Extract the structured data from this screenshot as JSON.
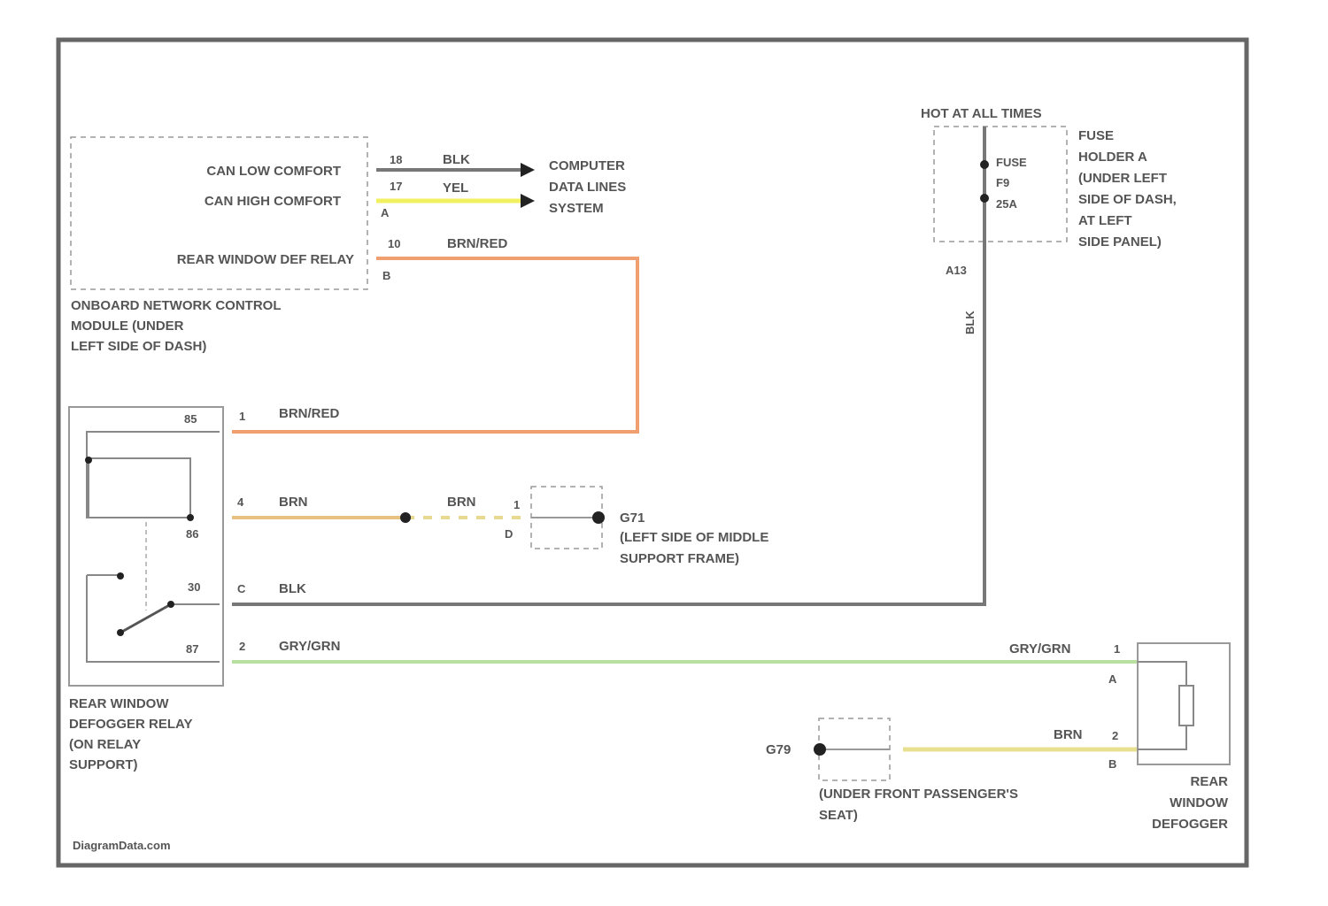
{
  "colors": {
    "blk": "#777777",
    "yel": "#f0f060",
    "brn_red": "#f0a070",
    "brn": "#e8c080",
    "gry_grn": "#b8e0a0",
    "frame": "#666666"
  },
  "module": {
    "pins": [
      {
        "num": "18",
        "label": "CAN LOW COMFORT",
        "wire": "BLK"
      },
      {
        "num": "17",
        "label": "CAN HIGH COMFORT",
        "wire": "YEL"
      },
      {
        "num": "10",
        "label": "REAR WINDOW DEF RELAY",
        "wire": "BRN/RED"
      }
    ],
    "connector_a": "A",
    "connector_b": "B",
    "name": [
      "ONBOARD NETWORK CONTROL",
      "MODULE (UNDER",
      "LEFT SIDE OF DASH)"
    ],
    "destination": [
      "COMPUTER",
      "DATA LINES",
      "SYSTEM"
    ]
  },
  "fuse": {
    "hot": "HOT AT ALL TIMES",
    "label": [
      "FUSE",
      "F9",
      "25A"
    ],
    "holder": [
      "FUSE",
      "HOLDER A",
      "(UNDER LEFT",
      "SIDE OF DASH,",
      "AT LEFT",
      "SIDE PANEL)"
    ],
    "pin": "A13",
    "wire": "BLK"
  },
  "relay": {
    "pins": [
      {
        "num": "85",
        "conn": "1",
        "wire": "BRN/RED"
      },
      {
        "num": "86",
        "conn": "4",
        "wire": "BRN"
      },
      {
        "num": "30",
        "conn": "C",
        "wire": "BLK"
      },
      {
        "num": "87",
        "conn": "2",
        "wire": "GRY/GRN"
      }
    ],
    "name": [
      "REAR WINDOW",
      "DEFOGGER RELAY",
      "(ON RELAY",
      "SUPPORT)"
    ]
  },
  "ground1": {
    "wire2": "BRN",
    "pin_top": "1",
    "pin_bot": "D",
    "name": "G71",
    "location": [
      "(LEFT SIDE OF MIDDLE",
      "SUPPORT FRAME)"
    ]
  },
  "ground2": {
    "name": "G79",
    "location": [
      "(UNDER FRONT PASSENGER'S",
      "SEAT)"
    ]
  },
  "defogger": {
    "pin1": "1",
    "conn1": "A",
    "wire1": "GRY/GRN",
    "pin2": "2",
    "conn2": "B",
    "wire2": "BRN",
    "name": [
      "REAR",
      "WINDOW",
      "DEFOGGER"
    ]
  },
  "watermark": "DiagramData.com"
}
